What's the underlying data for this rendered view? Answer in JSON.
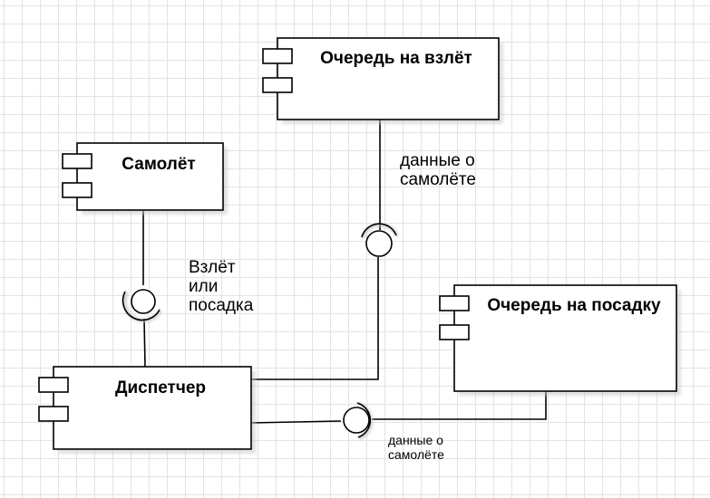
{
  "components": {
    "airplane": {
      "title": "Самолёт"
    },
    "takeoff_queue": {
      "title": "Очередь на взлёт"
    },
    "landing_queue": {
      "title": "Очередь на посадку"
    },
    "dispatcher": {
      "title": "Диспетчер"
    }
  },
  "labels": {
    "takeoff_or_landing": [
      "Взлёт",
      "или",
      "посадка"
    ],
    "takeoff_data": [
      "данные о",
      "самолёте"
    ],
    "landing_data": [
      "данные о",
      "самолёте"
    ]
  },
  "colors": {
    "stroke": "#000000",
    "shadow": "#b0b0b0",
    "grid": "#e3e3e3",
    "fill": "#ffffff"
  }
}
